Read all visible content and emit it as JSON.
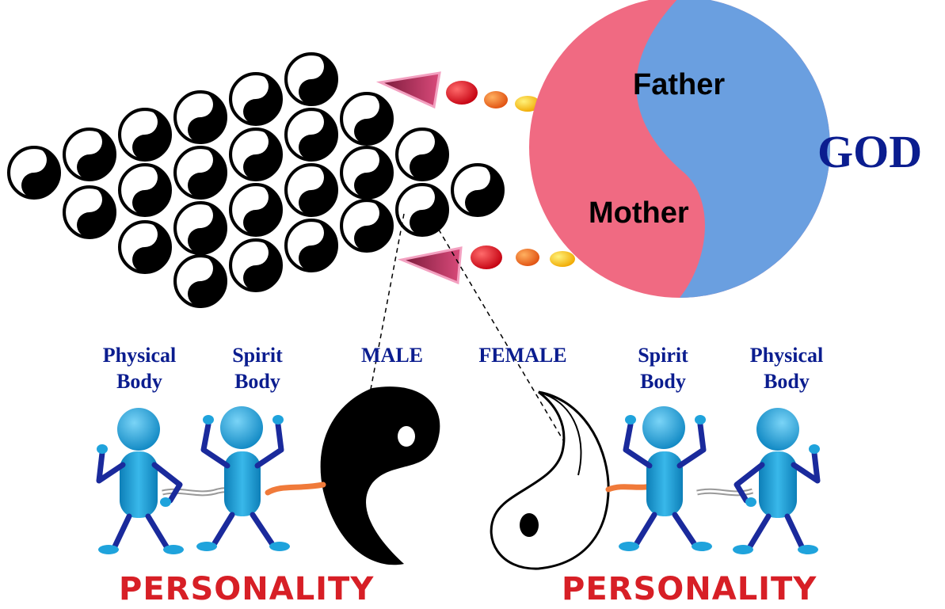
{
  "god": {
    "title": "GOD",
    "father_label": "Father",
    "mother_label": "Mother",
    "father_color": "#6a9fe0",
    "mother_color": "#f06a82"
  },
  "left_person": {
    "physical_body_label": "Physical\nBody",
    "spirit_body_label": "Spirit\nBody",
    "male_label": "MALE",
    "personality_label": "PERSONALITY"
  },
  "right_person": {
    "female_label": "FEMALE",
    "spirit_body_label": "Spirit\nBody",
    "physical_body_label": "Physical\nBody",
    "personality_label": "PERSONALITY"
  },
  "colors": {
    "label_blue": "#0b1d8f",
    "personality_red": "#d71f26",
    "figure_blue": "#1fa3dc",
    "figure_limbs": "#1a2a9c",
    "cord_orange": "#f07a3a"
  }
}
